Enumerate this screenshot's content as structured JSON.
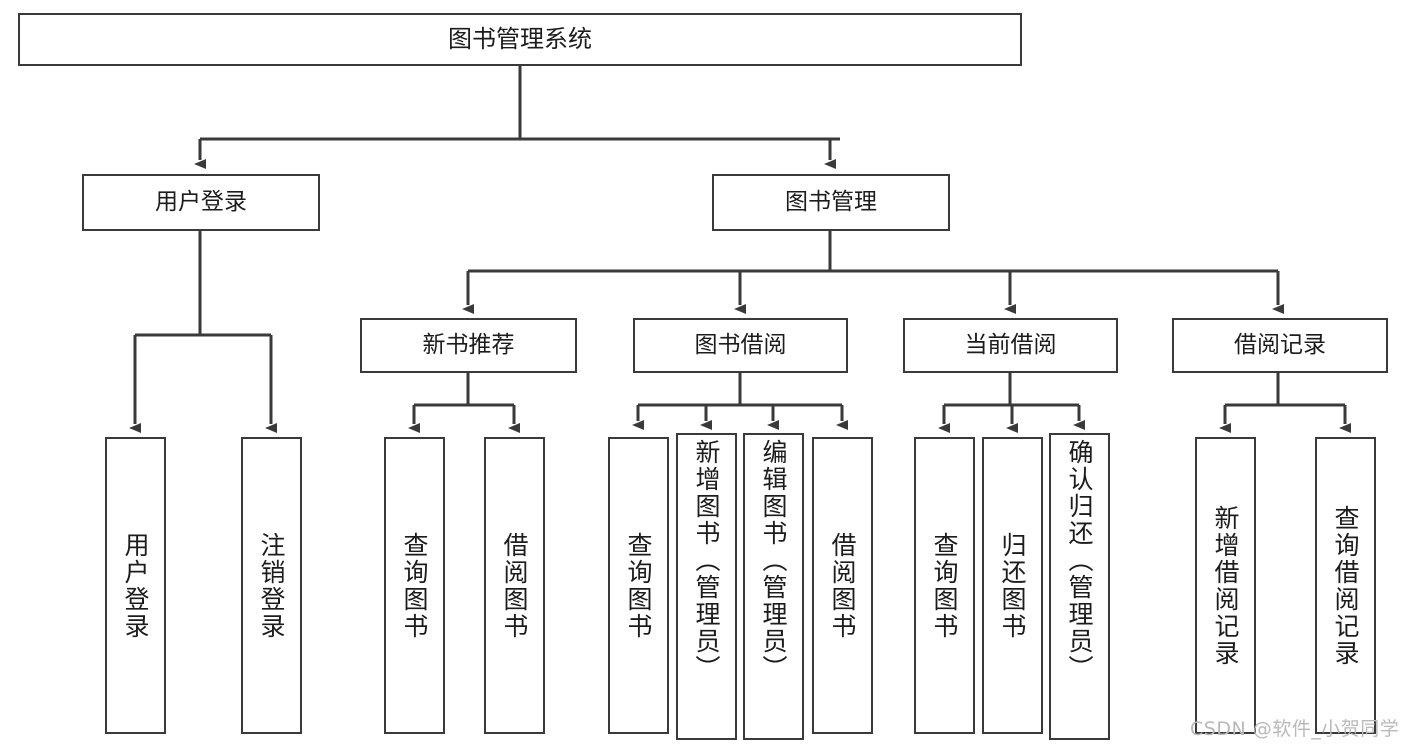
{
  "diagram": {
    "type": "tree-hierarchy",
    "title": "图书管理系统",
    "root": {
      "label": "图书管理系统"
    },
    "level1": [
      {
        "label": "用户登录"
      },
      {
        "label": "图书管理"
      }
    ],
    "level2": [
      {
        "label": "新书推荐"
      },
      {
        "label": "图书借阅"
      },
      {
        "label": "当前借阅"
      },
      {
        "label": "借阅记录"
      }
    ],
    "leaves": {
      "user_login": [
        {
          "label": "用户登录"
        },
        {
          "label": "注销登录"
        }
      ],
      "new_book_recommend": [
        {
          "label": "查询图书"
        },
        {
          "label": "借阅图书"
        }
      ],
      "book_borrow": [
        {
          "label": "查询图书"
        },
        {
          "label": "新增图书（管理员）"
        },
        {
          "label": "编辑图书（管理员）"
        },
        {
          "label": "借阅图书"
        }
      ],
      "current_borrow": [
        {
          "label": "查询图书"
        },
        {
          "label": "归还图书"
        },
        {
          "label": "确认归还（管理员）"
        }
      ],
      "borrow_record": [
        {
          "label": "新增借阅记录"
        },
        {
          "label": "查询借阅记录"
        }
      ]
    }
  },
  "watermark": {
    "text": "CSDN @软件_小贺同学"
  },
  "colors": {
    "border": "#3a3a3a",
    "text": "#1c1c1c",
    "background": "#ffffff",
    "watermark": "#b9b9b9"
  }
}
